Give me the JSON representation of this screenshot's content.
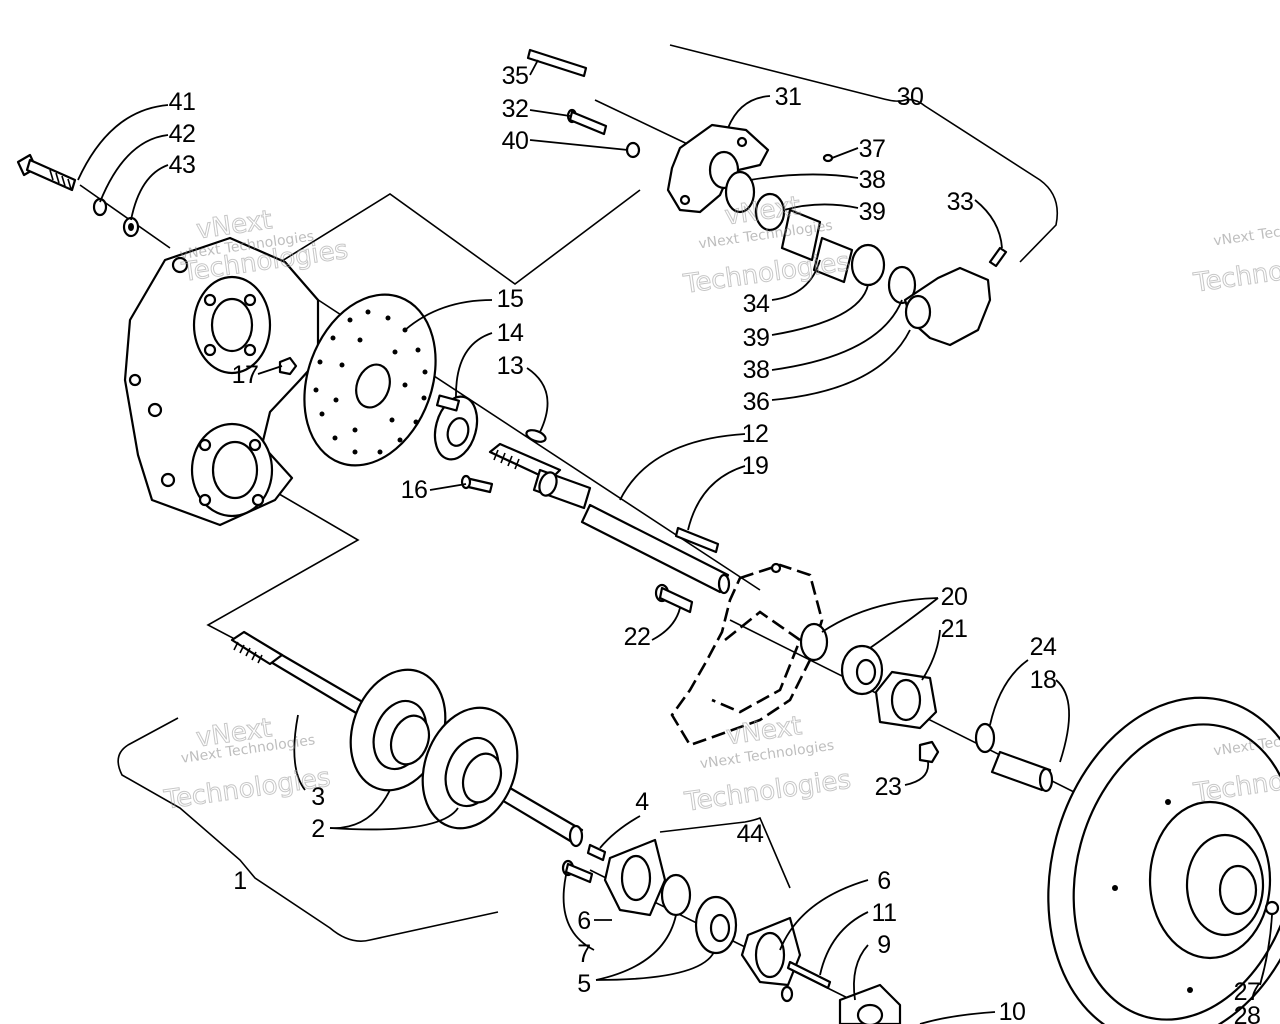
{
  "diagram": {
    "watermark": {
      "line1": "vNext Technologies",
      "line2": "vNext",
      "line3": "Technologies"
    },
    "callouts": {
      "c1": "1",
      "c2": "2",
      "c3": "3",
      "c4": "4",
      "c5": "5",
      "c6a": "6",
      "c6b": "6",
      "c7": "7",
      "c9": "9",
      "c10": "10",
      "c11": "11",
      "c12": "12",
      "c13": "13",
      "c14": "14",
      "c15": "15",
      "c16": "16",
      "c17": "17",
      "c18": "18",
      "c19": "19",
      "c20": "20",
      "c21": "21",
      "c22": "22",
      "c23": "23",
      "c24": "24",
      "c27": "27",
      "c28": "28",
      "c30": "30",
      "c31": "31",
      "c32": "32",
      "c33": "33",
      "c34": "34",
      "c35": "35",
      "c36": "36",
      "c37": "37",
      "c38a": "38",
      "c38b": "38",
      "c39a": "39",
      "c39b": "39",
      "c40": "40",
      "c41": "41",
      "c42": "42",
      "c43": "43",
      "c44": "44"
    }
  }
}
